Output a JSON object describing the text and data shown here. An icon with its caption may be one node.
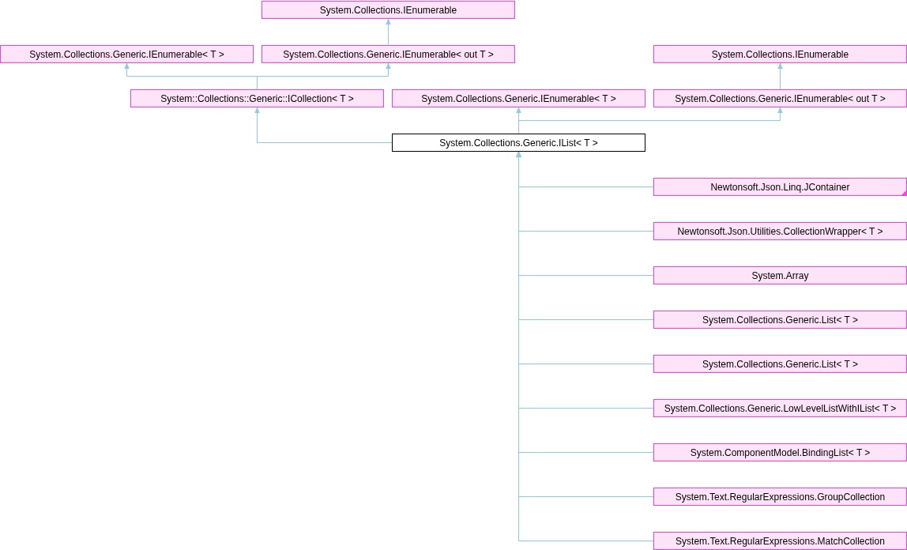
{
  "diagram": {
    "nodes": [
      {
        "text": [
          "System.Collections.IEnumerable"
        ]
      },
      {
        "text": [
          "System.Collections.Generic.IEnumerable< T >"
        ]
      },
      {
        "text": [
          "System.Collections.Generic.IEnumerable< out T >"
        ]
      },
      {
        "text": [
          "System.Collections.IEnumerable"
        ]
      },
      {
        "text": [
          "System::Collections::Generic::ICollection< T >"
        ]
      },
      {
        "text": [
          "System.Collections.Generic.IEnumerable< T >"
        ]
      },
      {
        "text": [
          "System.Collections.Generic.IEnumerable< out T >"
        ]
      },
      {
        "text": [
          "System.Collections.Generic.IList< T >"
        ]
      },
      {
        "text": [
          "Newtonsoft.Json.Linq.JContainer"
        ]
      },
      {
        "text": [
          "Newtonsoft.Json.Utilities.CollectionWrapper< T >"
        ]
      },
      {
        "text": [
          "System.Array"
        ]
      },
      {
        "text": [
          "System.Collections.Generic.List< T >"
        ]
      },
      {
        "text": [
          "System.Collections.Generic.List< T >"
        ]
      },
      {
        "text": [
          "System.Collections.Generic.LowLevelListWithIList< T >"
        ]
      },
      {
        "text": [
          "System.ComponentModel.BindingList< T >"
        ]
      },
      {
        "text": [
          "System.Text.RegularExpressions.GroupCollection"
        ]
      },
      {
        "text": [
          "System.Text.RegularExpressions.MatchCollection"
        ]
      }
    ],
    "edges": [
      {
        "from": 2,
        "to": 0,
        "arrow": "to"
      },
      {
        "from": 4,
        "to": 1,
        "arrow": "to"
      },
      {
        "from": 4,
        "to": 2,
        "arrow": "to"
      },
      {
        "from": 6,
        "to": 3,
        "arrow": "to"
      },
      {
        "from": 7,
        "to": 4,
        "arrow": "to"
      },
      {
        "from": 7,
        "to": 5,
        "arrow": "to"
      },
      {
        "from": 7,
        "to": 6,
        "arrow": "to"
      },
      {
        "from": 8,
        "to": 7,
        "arrow": "to"
      },
      {
        "from": 9,
        "to": 7,
        "arrow": "to"
      },
      {
        "from": 10,
        "to": 7,
        "arrow": "to"
      },
      {
        "from": 11,
        "to": 7,
        "arrow": "to"
      },
      {
        "from": 12,
        "to": 7,
        "arrow": "to"
      },
      {
        "from": 13,
        "to": 7,
        "arrow": "to"
      },
      {
        "from": 14,
        "to": 7,
        "arrow": "to"
      },
      {
        "from": 15,
        "to": 7,
        "arrow": "to"
      },
      {
        "from": 16,
        "to": 7,
        "arrow": "to"
      }
    ]
  }
}
